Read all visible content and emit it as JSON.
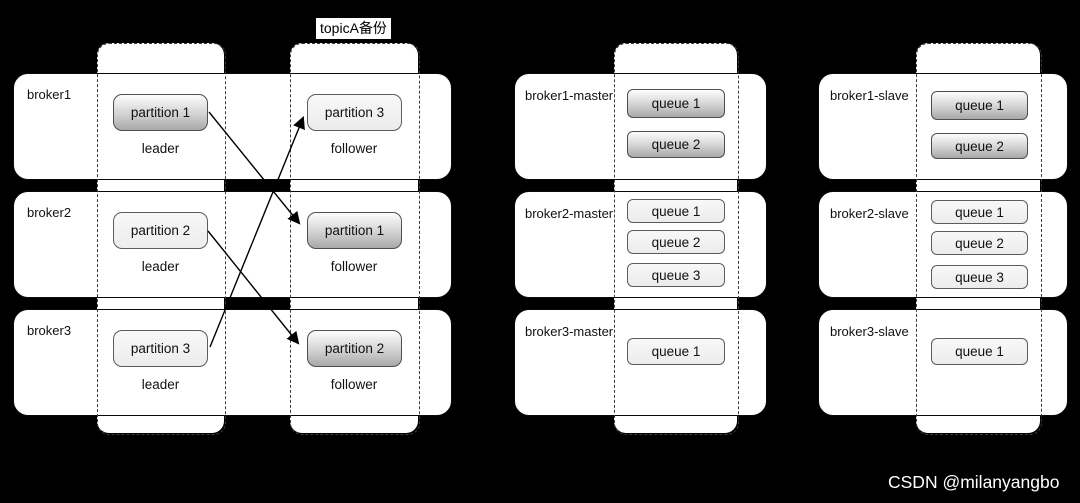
{
  "topic_label": "topicA备份",
  "watermark": "CSDN @milanyangbo",
  "kafka": {
    "brokers": [
      {
        "name": "broker1",
        "leader": {
          "partition": "partition 1",
          "role": "leader",
          "variant": "dark"
        },
        "follower": {
          "partition": "partition 3",
          "role": "follower",
          "variant": "light"
        }
      },
      {
        "name": "broker2",
        "leader": {
          "partition": "partition 2",
          "role": "leader",
          "variant": "light"
        },
        "follower": {
          "partition": "partition 1",
          "role": "follower",
          "variant": "dark"
        }
      },
      {
        "name": "broker3",
        "leader": {
          "partition": "partition 3",
          "role": "leader",
          "variant": "light"
        },
        "follower": {
          "partition": "partition 2",
          "role": "follower",
          "variant": "dark"
        }
      }
    ],
    "replication_arrows": [
      {
        "from": "broker1 partition 1 leader",
        "to": "broker2 partition 1 follower"
      },
      {
        "from": "broker2 partition 2 leader",
        "to": "broker3 partition 2 follower"
      },
      {
        "from": "broker3 partition 3 leader",
        "to": "broker1 partition 3 follower"
      }
    ]
  },
  "rocketmq": {
    "master": {
      "brokers": [
        {
          "name": "broker1-master",
          "queues": [
            "queue 1",
            "queue 2"
          ]
        },
        {
          "name": "broker2-master",
          "queues": [
            "queue 1",
            "queue 2",
            "queue 3"
          ]
        },
        {
          "name": "broker3-master",
          "queues": [
            "queue 1"
          ]
        }
      ]
    },
    "slave": {
      "brokers": [
        {
          "name": "broker1-slave",
          "queues": [
            "queue 1",
            "queue 2"
          ]
        },
        {
          "name": "broker2-slave",
          "queues": [
            "queue 1",
            "queue 2",
            "queue 3"
          ]
        },
        {
          "name": "broker3-slave",
          "queues": [
            "queue 1"
          ]
        }
      ]
    }
  },
  "colors": {
    "background": "#000000",
    "box_fill": "#ffffff",
    "dark_node_bottom": "#a8a8a8",
    "light_node_fill": "#ececec"
  }
}
